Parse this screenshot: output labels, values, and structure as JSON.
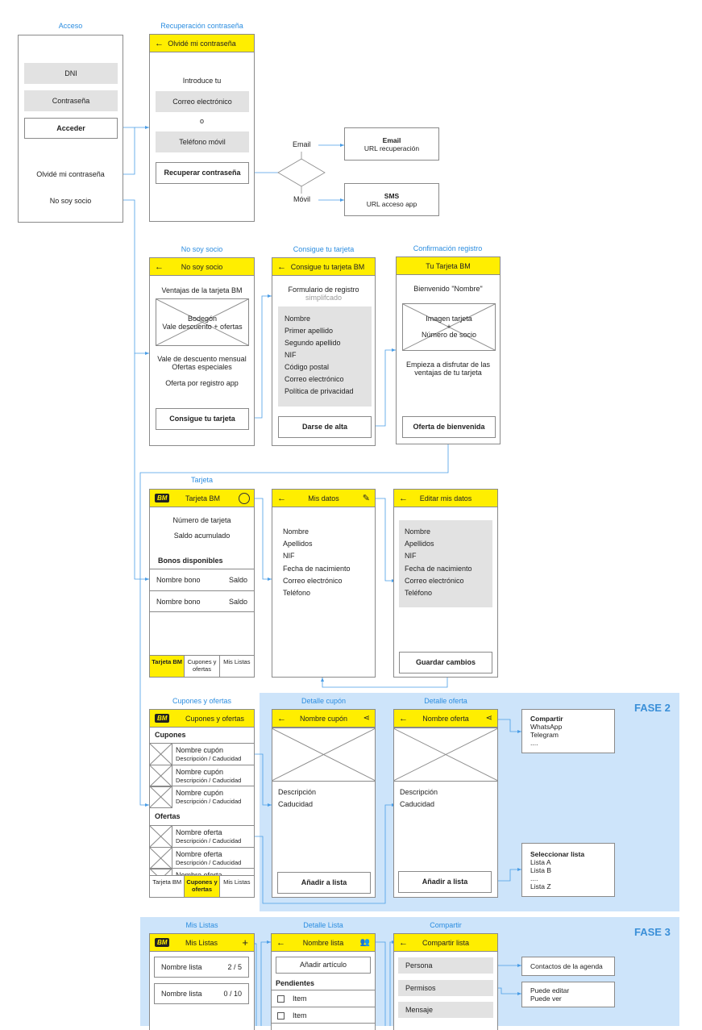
{
  "fases": {
    "f2": "FASE 2",
    "f3": "FASE 3"
  },
  "labels": {
    "acceso": "Acceso",
    "recuperacion": "Recuperación contraseña",
    "nosoysocio": "No soy socio",
    "consigue": "Consigue tu tarjeta",
    "confirmacion": "Confirmación registro",
    "tarjeta": "Tarjeta",
    "cupones": "Cupones y ofertas",
    "detallecupon": "Detalle cupón",
    "detalleoferta": "Detalle oferta",
    "mislistas": "Mis Listas",
    "detallelista": "Detalle Lista",
    "compartir": "Compartir"
  },
  "acceso": {
    "dni": "DNI",
    "password": "Contraseña",
    "acceder": "Acceder",
    "olvide": "Olvidé mi contraseña",
    "nosocio": "No soy socio"
  },
  "recuperacion": {
    "title": "Olvidé mi contraseña",
    "intro": "Introduce tu",
    "email": "Correo electrónico",
    "o": "o",
    "telefono": "Teléfono móvil",
    "boton": "Recuperar contraseña",
    "email_label": "Email",
    "movil_label": "Móvil",
    "email_box_title": "Email",
    "email_box_sub": "URL recuperación",
    "sms_box_title": "SMS",
    "sms_box_sub": "URL acceso app"
  },
  "nosoysocio": {
    "title": "No soy socio",
    "ventajas": "Ventajas de la tarjeta BM",
    "img1": "Bodegón",
    "img2": "Vale descuento + ofertas",
    "t1": "Vale de descuento mensual",
    "t2": "Ofertas especiales",
    "t3": "Oferta por registro app",
    "boton": "Consigue tu tarjeta"
  },
  "consigue": {
    "title": "Consigue tu tarjeta BM",
    "form": "Formulario de registro",
    "simpl": "simplifcado",
    "fields": [
      "Nombre",
      "Primer apellido",
      "Segundo apellido",
      "NIF",
      "Código postal",
      "Correo electrónico",
      "Política de privacidad"
    ],
    "boton": "Darse de alta"
  },
  "confirmacion": {
    "title": "Tu Tarjeta  BM",
    "bienvenido": "Bienvenido \"Nombre\"",
    "img1": "Imagen tarjeta",
    "img2": "+",
    "img3": "Número de socio",
    "t1": "Empieza a disfrutar de las",
    "t2": "ventajas de tu tarjeta",
    "boton": "Oferta de bienvenida"
  },
  "tarjeta": {
    "logo": "BM",
    "title": "Tarjeta BM",
    "numero": "Número de tarjeta",
    "saldo": "Saldo acumulado",
    "bonos": "Bonos disponibles",
    "rows": [
      {
        "n": "Nombre bono",
        "s": "Saldo"
      },
      {
        "n": "Nombre bono",
        "s": "Saldo"
      }
    ],
    "tabs": [
      "Tarjeta BM",
      "Cupones y ofertas",
      "Mis Listas"
    ]
  },
  "misdatos": {
    "title": "Mis datos",
    "fields": [
      "Nombre",
      "Apellidos",
      "NIF",
      "Fecha de nacimiento",
      "Correo electrónico",
      "Teléfono"
    ]
  },
  "editar": {
    "title": "Editar mis datos",
    "fields": [
      "Nombre",
      "Apellidos",
      "NIF",
      "Fecha de nacimiento",
      "Correo electrónico",
      "Teléfono"
    ],
    "boton": "Guardar cambios"
  },
  "cupones": {
    "logo": "BM",
    "title": "Cupones y ofertas",
    "cupones_h": "Cupones",
    "cupones": [
      {
        "n": "Nombre cupón",
        "d": "Descripción / Caducidad"
      },
      {
        "n": "Nombre cupón",
        "d": "Descripción / Caducidad"
      },
      {
        "n": "Nombre cupón",
        "d": "Descripción / Caducidad"
      }
    ],
    "ofertas_h": "Ofertas",
    "ofertas": [
      {
        "n": "Nombre oferta",
        "d": "Descripción / Caducidad"
      },
      {
        "n": "Nombre oferta",
        "d": "Descripción / Caducidad"
      },
      {
        "n": "Nombre oferta",
        "d": ""
      }
    ],
    "tabs": [
      "Tarjeta BM",
      "Cupones y ofertas",
      "Mis Listas"
    ]
  },
  "detallecupon": {
    "title": "Nombre cupón",
    "desc": "Descripción",
    "cad": "Caducidad",
    "boton": "Añadir a lista"
  },
  "detalleoferta": {
    "title": "Nombre oferta",
    "desc": "Descripción",
    "cad": "Caducidad",
    "boton": "Añadir a lista"
  },
  "compartir_box": {
    "title": "Compartir",
    "items": [
      "WhatsApp",
      "Telegram",
      "...."
    ]
  },
  "seleccionar_box": {
    "title": "Seleccionar lista",
    "items": [
      "Lista A",
      "Lista B",
      "....",
      "Lista Z"
    ]
  },
  "mislistas": {
    "logo": "BM",
    "title": "Mis Listas",
    "plus": "+",
    "rows": [
      {
        "n": "Nombre lista",
        "c": "2 / 5"
      },
      {
        "n": "Nombre lista",
        "c": "0 / 10"
      }
    ]
  },
  "detallelista": {
    "title": "Nombre lista",
    "boton": "Añadir artículo",
    "pend": "Pendientes",
    "items": [
      "Item",
      "Item"
    ]
  },
  "compartirlista": {
    "title": "Compartir lista",
    "fields": [
      "Persona",
      "Permisos",
      "Mensaje"
    ],
    "contactos": "Contactos de la agenda",
    "permisos1": "Puede editar",
    "permisos2": "Puede ver"
  }
}
